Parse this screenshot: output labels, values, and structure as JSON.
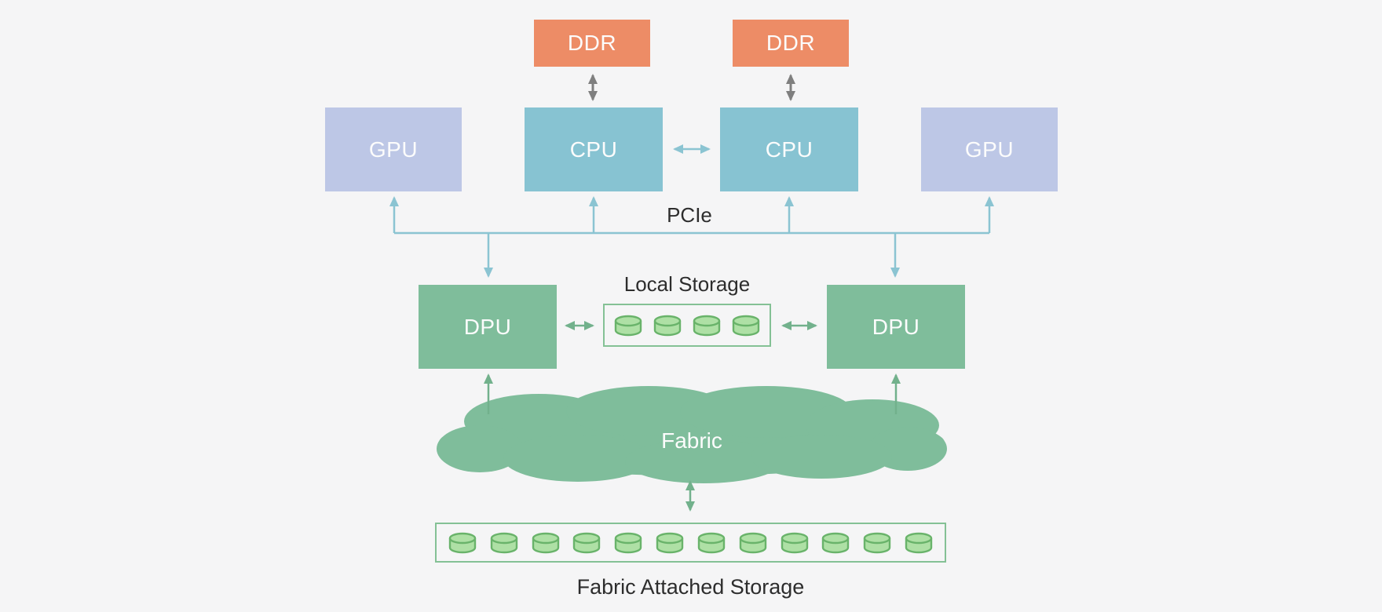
{
  "colors": {
    "background": "#f5f5f6",
    "ddr": "#ED8C66",
    "cpu": "#87C3D2",
    "gpu": "#BDC7E6",
    "dpu": "#7FBD9B",
    "cloud": "#7FBD9B",
    "disk_fill": "#AEE0A5",
    "disk_stroke": "#69B36A",
    "storage_border": "#84C195",
    "arrow_teal": "#8BC4D2",
    "arrow_gray": "#7F7F7F",
    "arrow_green": "#72B18C",
    "label_dark": "#2d2d2d",
    "label_light": "#fcfcfc"
  },
  "nodes": {
    "ddr1": {
      "label": "DDR"
    },
    "ddr2": {
      "label": "DDR"
    },
    "gpu1": {
      "label": "GPU"
    },
    "cpu1": {
      "label": "CPU"
    },
    "cpu2": {
      "label": "CPU"
    },
    "gpu2": {
      "label": "GPU"
    },
    "dpu1": {
      "label": "DPU"
    },
    "dpu2": {
      "label": "DPU"
    },
    "fabric": {
      "label": "Fabric"
    }
  },
  "labels": {
    "pcie": "PCIe",
    "local_storage": "Local Storage",
    "fabric_attached_storage": "Fabric Attached Storage"
  },
  "local_storage": {
    "disk_count": 4
  },
  "fabric_attached_storage": {
    "disk_count": 12
  }
}
